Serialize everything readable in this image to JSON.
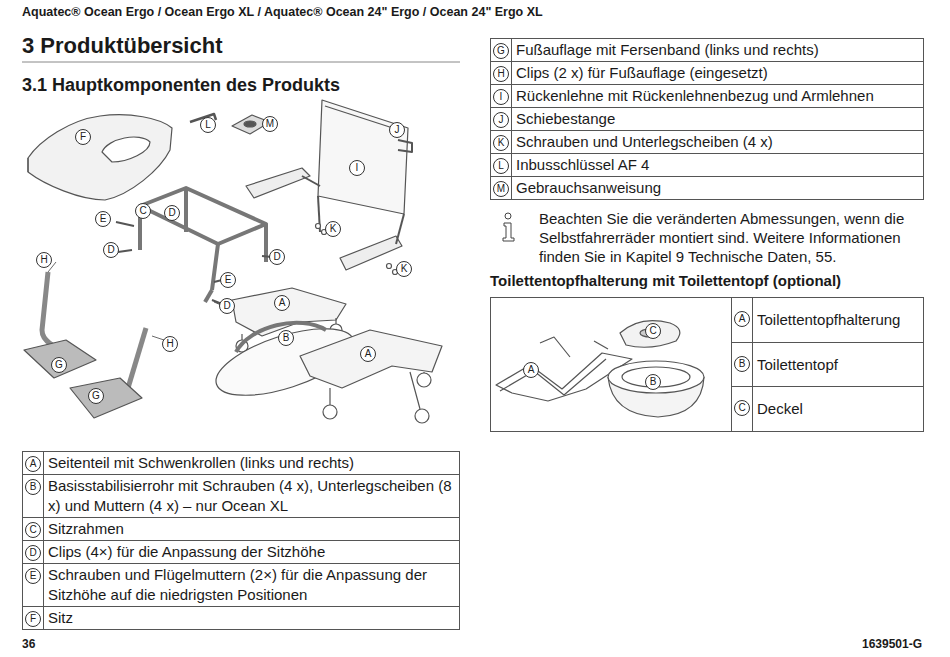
{
  "diagram": {
    "title": "3 Produktübersicht",
    "labels": [
      "Aquatec® Ocean Ergo / Ocean Ergo XL / Aquatec® Ocean 24\" Ergo / Ocean 24\" Ergo XL",
      "3.1 Hauptkomponenten des Produkts",
      "F",
      "L",
      "M",
      "J",
      "I",
      "C",
      "D",
      "E",
      "K",
      "D",
      "D",
      "H",
      "K",
      "E",
      "A",
      "D",
      "B",
      "H",
      "A",
      "G",
      "G",
      "A",
      "Seitenteil mit Schwenkrollen (links und rechts)",
      "B",
      "Basisstabilisierrohr mit Schrauben (4 x), Unterlegscheiben (8 x) und Muttern (4 x) – nur Ocean XL",
      "C",
      "Sitzrahmen",
      "D",
      "Clips (4×) für die Anpassung der Sitzhöhe",
      "E",
      "Schrauben und Flügelmuttern (2×) für die Anpassung der Sitzhöhe auf die niedrigsten Positionen",
      "F",
      "Sitz",
      "G",
      "Fußauflage mit Fersenband (links und rechts)",
      "H",
      "Clips (2 x) für Fußauflage (eingesetzt)",
      "I",
      "Rückenlehne mit Rückenlehnenbezug und Armlehnen",
      "J",
      "Schiebestange",
      "K",
      "Schrauben und Unterlegscheiben (4 x)",
      "L",
      "Inbusschlüssel AF 4",
      "M",
      "Gebrauchsanweisung",
      "Beachten Sie die veränderten Abmessungen, wenn die Selbstfahrerräder montiert sind. Weitere Informationen finden Sie in Kapitel 9 Technische Daten, 55.",
      "Toilettentopfhalterung mit Toilettentopf (optional)",
      "A",
      "Toilettentopfhalterung",
      "B",
      "Toilettentopf",
      "C",
      "Deckel",
      "A",
      "C",
      "B",
      "36",
      "1639501-G"
    ]
  }
}
